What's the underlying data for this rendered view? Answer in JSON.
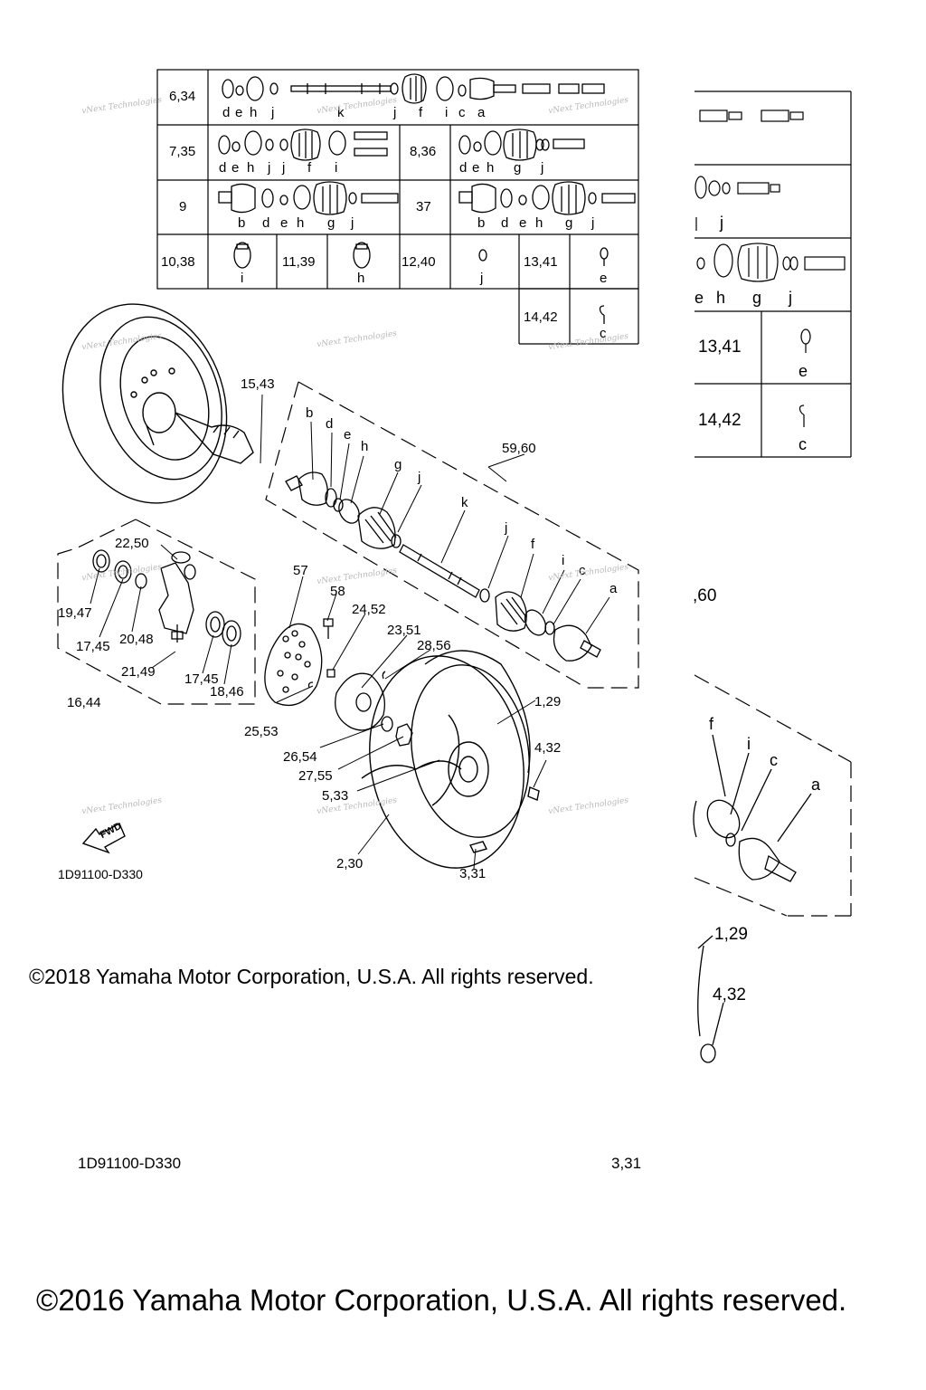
{
  "table": {
    "rows": [
      {
        "label": "6,34",
        "letters": [
          "d",
          "e",
          "h",
          "j",
          "k",
          "j",
          "f",
          "i",
          "c",
          "a"
        ]
      },
      {
        "label": "7,35",
        "letters": [
          "d",
          "e",
          "h",
          "j",
          "j",
          "f",
          "i"
        ]
      },
      {
        "label": "8,36",
        "letters": [
          "d",
          "e",
          "h",
          "g",
          "j"
        ]
      },
      {
        "label": "9",
        "letters": [
          "b",
          "d",
          "e",
          "h",
          "g",
          "j"
        ]
      },
      {
        "label": "37",
        "letters": [
          "b",
          "d",
          "e",
          "h",
          "g",
          "j"
        ]
      },
      {
        "label": "10,38",
        "letters": [
          "i"
        ]
      },
      {
        "label": "11,39",
        "letters": [
          "h"
        ]
      },
      {
        "label": "12,40",
        "letters": [
          "j"
        ]
      },
      {
        "label": "13,41",
        "letters": [
          "e"
        ]
      },
      {
        "label": "14,42",
        "letters": [
          "c"
        ]
      }
    ]
  },
  "ghost_table": {
    "letters_row1": [
      "e",
      "h",
      "g",
      "j"
    ],
    "label_13": "13,41",
    "letter_13": "e",
    "label_14": "14,42",
    "letter_14": "c",
    "letter_j": "j",
    "label_6060": ",60",
    "letters_assembly": [
      "f",
      "i",
      "c",
      "a"
    ],
    "callout_129": "1,29",
    "callout_432": "4,32"
  },
  "callouts": {
    "c1543": "15,43",
    "c5960": "59,60",
    "c2250": "22,50",
    "c57": "57",
    "c58": "58",
    "c2452": "24,52",
    "c2351": "23,51",
    "c2856": "28,56",
    "c1947": "19,47",
    "c1745a": "17,45",
    "c2048": "20,48",
    "c2149": "21,49",
    "c1745b": "17,45",
    "c1846": "18,46",
    "c1644": "16,44",
    "c2553": "25,53",
    "c2654": "26,54",
    "c2755": "27,55",
    "c533": "5,33",
    "c129": "1,29",
    "c432": "4,32",
    "c230": "2,30",
    "c331": "3,31",
    "fwd": "FWD"
  },
  "exploded_letters": {
    "b": "b",
    "d": "d",
    "e": "e",
    "h": "h",
    "g": "g",
    "j": "j",
    "k": "k",
    "j2": "j",
    "f": "f",
    "i": "i",
    "c": "c",
    "a": "a"
  },
  "drawing_code": "1D91100-D330",
  "drawing_code_ghost": "1D91100-D330",
  "ghost_331": "3,31",
  "watermark": "vNext Technologies",
  "copyright_2018": "©2018 Yamaha Motor Corporation, U.S.A. All rights reserved.",
  "copyright_2016": "©2016 Yamaha Motor Corporation, U.S.A. All rights reserved."
}
